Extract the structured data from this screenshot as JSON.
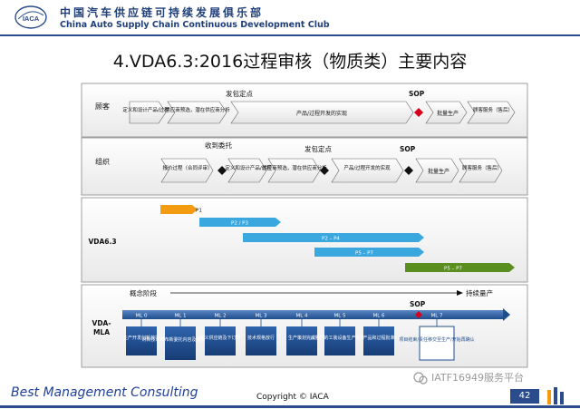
{
  "header": {
    "logo_text": "IACA",
    "cn_name": "中国汽车供应链可持续发展俱乐部",
    "en_name": "China Auto Supply Chain Continuous Development Club"
  },
  "title": "4.VDA6.3:2016过程审核（物质类）主要内容",
  "rows": {
    "customer": {
      "label": "顾客",
      "milestones": [
        "发包定点",
        "SOP"
      ],
      "steps": [
        "定义和设计产品/过程",
        "供应商预选，潜在供应商分析",
        "产品/过程开发的实现",
        "批量生产",
        "顾客服务（售后）"
      ]
    },
    "org": {
      "label": "组织",
      "milestones": [
        "收到委托",
        "发包定点",
        "SOP"
      ],
      "steps": [
        "报价过程（合同评审）",
        "定义和设计产品/过程",
        "供应商预选，潜在供应商分析",
        "产品/过程开发的实现",
        "批量生产",
        "顾客服务（售后）"
      ]
    },
    "vda63": {
      "label": "VDA6.3",
      "bars": [
        "P1",
        "P2 / P3",
        "P2 – P4",
        "P5 – P7",
        "P5 – P7"
      ]
    },
    "vdamla": {
      "label_1": "VDA-",
      "label_2": "MLA",
      "phase_start": "概念阶段",
      "phase_end": "持续量产",
      "sop": "SOP",
      "milestones": [
        "ML 0",
        "ML 1",
        "ML 2",
        "ML 3",
        "ML 4",
        "ML 5",
        "ML 6",
        "ML 7"
      ],
      "boxes": [
        "生产开发创新放行",
        "对新技术发布新委托内容及要求的管理",
        "定义供应链及下订单",
        "技术规格放行",
        "生产策划完成",
        "从量产的工装设备生产出产品",
        "产品和过程批准",
        "项目结束/责任移交至生产/开始再确认"
      ]
    }
  },
  "watermark": "IATF16949服务平台",
  "footer": {
    "left": "Best Management Consulting",
    "center": "Copyright © IACA",
    "page": "42"
  },
  "colors": {
    "brand": "#2b4c8c",
    "sop": "#d9001b",
    "arrow_orange": "#f39c12",
    "arrow_blue": "#3aa7df",
    "arrow_green": "#5a8f1f",
    "ml_blue": "#1f4e8c"
  }
}
